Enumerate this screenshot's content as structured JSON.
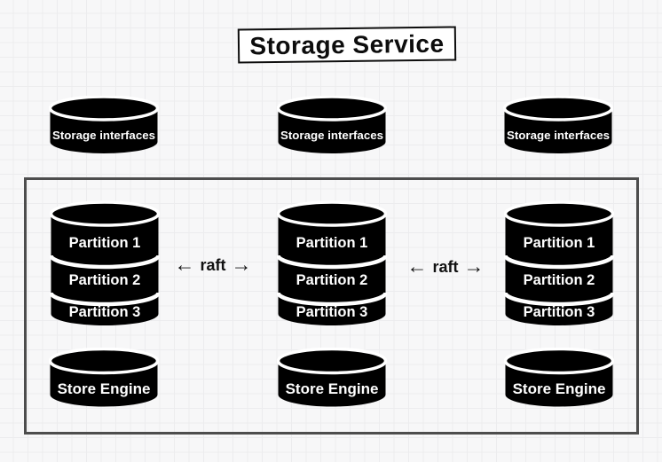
{
  "title": "Storage Service",
  "cluster": {
    "columns": [
      {
        "interface_label": "Storage interfaces",
        "partitions": [
          "Partition 1",
          "Partition 2",
          "Partition 3"
        ],
        "engine_label": "Store Engine"
      },
      {
        "interface_label": "Storage interfaces",
        "partitions": [
          "Partition 1",
          "Partition 2",
          "Partition 3"
        ],
        "engine_label": "Store Engine"
      },
      {
        "interface_label": "Storage interfaces",
        "partitions": [
          "Partition 1",
          "Partition 2",
          "Partition 3"
        ],
        "engine_label": "Store Engine"
      }
    ],
    "raft_links": [
      {
        "left_arrow": "←",
        "label": "raft",
        "right_arrow": "→"
      },
      {
        "left_arrow": "←",
        "label": "raft",
        "right_arrow": "→"
      }
    ]
  },
  "colors": {
    "shape_fill": "#000000",
    "shape_text": "#ffffff",
    "cluster_border": "#4d4d4d",
    "title_border": "#0d0d0d",
    "background": "#f7f7f8",
    "grid_line": "#ececee"
  }
}
